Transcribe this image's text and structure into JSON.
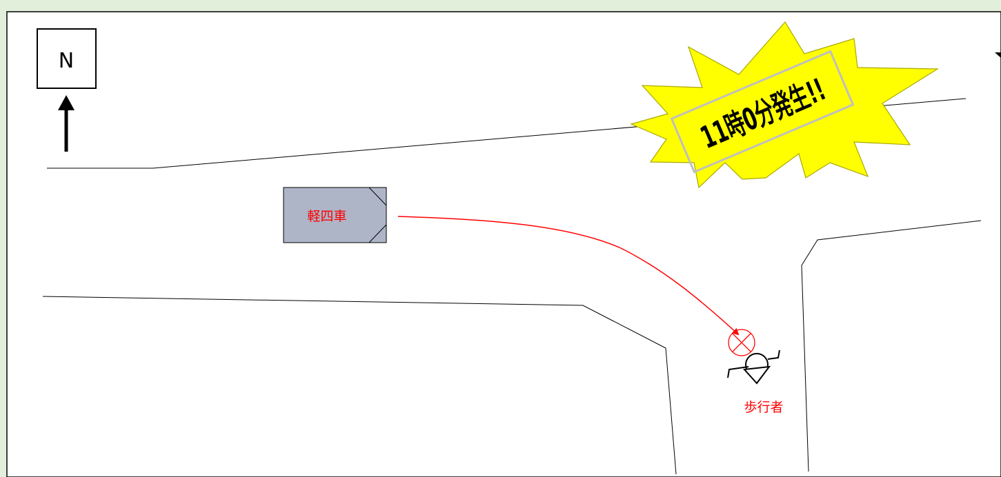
{
  "compass": {
    "letter": "N",
    "icon": "north-arrow-icon"
  },
  "time_burst": {
    "text": "11時0分発生!!",
    "fill_color": "#ffff00",
    "icon": "explosion-burst-icon"
  },
  "vehicle": {
    "label": "軽四車",
    "fill_color": "#adb5c7",
    "label_color": "#ff0000",
    "icon": "car-icon"
  },
  "pedestrian": {
    "label": "歩行者",
    "label_color": "#ff0000",
    "icon": "pedestrian-icon"
  },
  "collision": {
    "color": "#ff0000",
    "icon": "collision-point-icon"
  },
  "colors": {
    "background": "#e2efda",
    "diagram_bg": "#ffffff",
    "trajectory": "#ff0000",
    "road_line": "#000000"
  }
}
